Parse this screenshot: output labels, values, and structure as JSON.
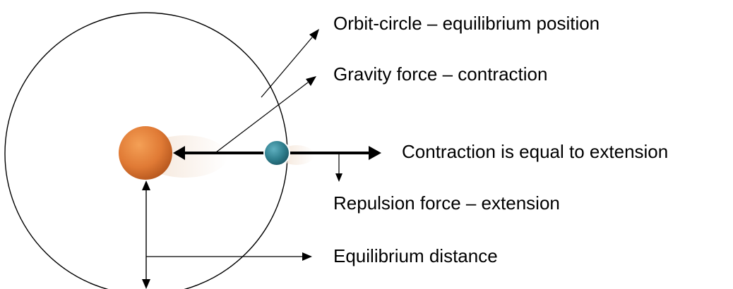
{
  "labels": {
    "orbit_circle": "Orbit-circle – equilibrium position",
    "gravity_force": "Gravity force – contraction",
    "contraction_extension": "Contraction is equal to extension",
    "repulsion_force": "Repulsion force – extension",
    "equilibrium_distance": "Equilibrium distance"
  },
  "colors": {
    "line": "#000000",
    "central_body": "#e07a35",
    "orbiting_body": "#2e7d8c"
  }
}
